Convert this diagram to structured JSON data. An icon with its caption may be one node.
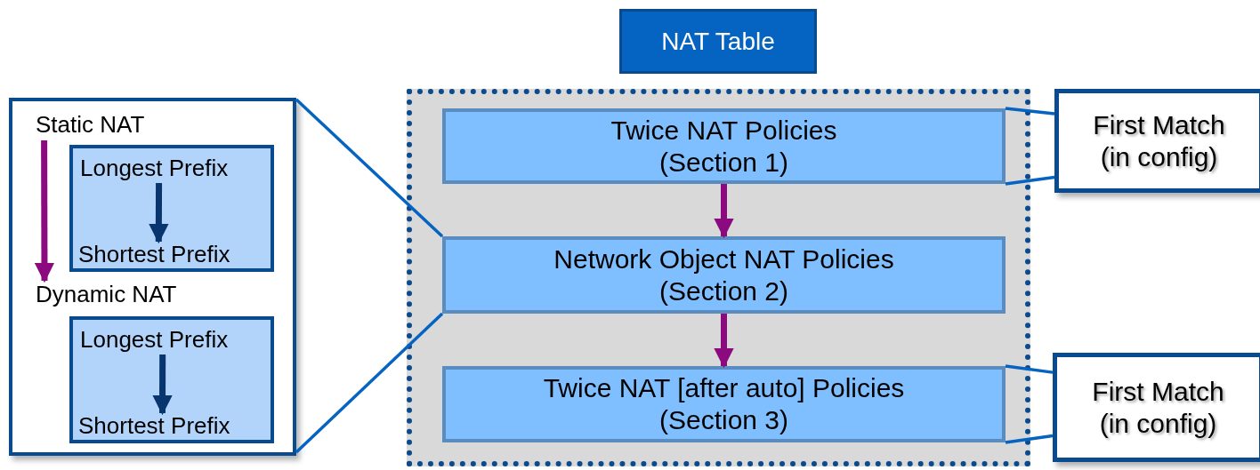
{
  "diagram": {
    "nodes": [
      {
        "text": [
          "NAT Table"
        ]
      },
      {
        "text": [],
        "shape": "box"
      },
      {
        "text": [
          "Static NAT"
        ],
        "in": 1
      },
      {
        "text": [],
        "shape": "box",
        "in": 1
      },
      {
        "text": [
          "Longest Prefix"
        ],
        "in": 3
      },
      {
        "text": [
          "Shortest Prefix"
        ],
        "in": 3
      },
      {
        "text": [
          "Dynamic NAT"
        ],
        "in": 1
      },
      {
        "text": [],
        "shape": "box",
        "in": 1
      },
      {
        "text": [
          "Longest Prefix"
        ],
        "in": 7
      },
      {
        "text": [
          "Shortest Prefix"
        ],
        "in": 7
      },
      {
        "text": [],
        "shape": "box"
      },
      {
        "text": [
          "Twice NAT Policies (Section 1)"
        ],
        "in": 10
      },
      {
        "text": [
          "Network Object NAT Policies (Section 2)"
        ],
        "in": 10
      },
      {
        "text": [
          "Twice NAT [after auto] Policies (Section 3)"
        ],
        "in": 10
      },
      {
        "text": [
          "First Match (in config)"
        ]
      },
      {
        "text": [
          "First Match (in config)"
        ]
      }
    ],
    "edges": [
      {
        "from": 2,
        "to": 6,
        "arrow": "to",
        "style": "thick",
        "color": "#8b0a7f"
      },
      {
        "from": 4,
        "to": 5,
        "arrow": "to",
        "style": "thick",
        "color": "#08356e"
      },
      {
        "from": 8,
        "to": 9,
        "arrow": "to",
        "style": "thick",
        "color": "#08356e"
      },
      {
        "from": 1,
        "to": 12,
        "arrow": "none"
      },
      {
        "from": 1,
        "to": 12,
        "arrow": "none"
      },
      {
        "from": 11,
        "to": 12,
        "arrow": "to",
        "style": "thick",
        "color": "#8b0a7f"
      },
      {
        "from": 12,
        "to": 13,
        "arrow": "to",
        "style": "thick",
        "color": "#8b0a7f"
      },
      {
        "from": 11,
        "to": 14,
        "arrow": "none"
      },
      {
        "from": 11,
        "to": 14,
        "arrow": "none"
      },
      {
        "from": 13,
        "to": 15,
        "arrow": "none"
      },
      {
        "from": 13,
        "to": 15,
        "arrow": "none"
      }
    ]
  }
}
